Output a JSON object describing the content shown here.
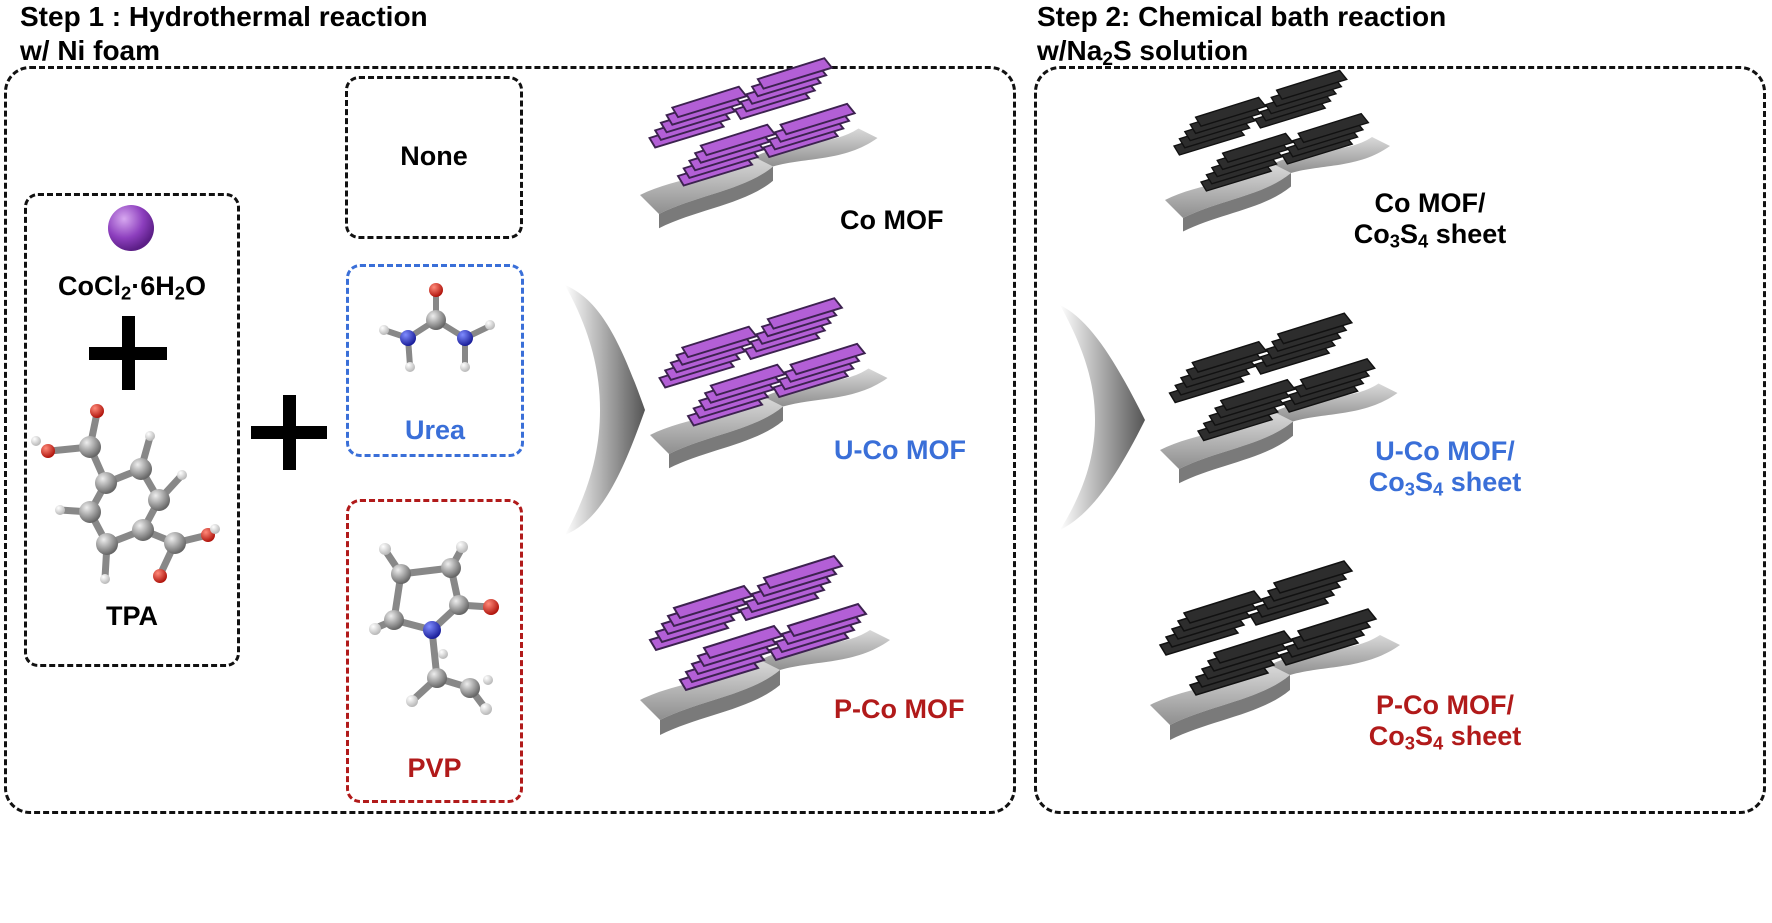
{
  "step1": {
    "title_line1": "Step 1 : Hydrothermal reaction",
    "title_line2": "w/ Ni foam"
  },
  "step2": {
    "title_line1": "Step 2: Chemical bath reaction",
    "title_prefix": "w/Na",
    "title_sub": "2",
    "title_suffix": "S solution"
  },
  "precursors": {
    "cocl2": {
      "a": "CoCl",
      "s1": "2",
      "b": "·6H",
      "s2": "2",
      "c": "O"
    },
    "tpa": "TPA"
  },
  "additives": {
    "none": "None",
    "urea": "Urea",
    "pvp": "PVP"
  },
  "products_step1": {
    "co": "Co MOF",
    "uco": "U-Co MOF",
    "pco": "P-Co MOF"
  },
  "products_step2": {
    "co_line1": "Co MOF/",
    "uco_line1": "U-Co MOF/",
    "pco_line1": "P-Co MOF/",
    "sheet": {
      "a": "Co",
      "s1": "3",
      "b": "S",
      "s2": "4",
      "c": " sheet"
    }
  },
  "colors": {
    "mof_pink": "#b35fd6",
    "cobalt_ball": "#8d3fbe",
    "blue_text": "#3a6fd8",
    "red_text": "#b11a1a",
    "sulfide_dark": "#2a2a2a"
  },
  "icons": [
    "plus-icon",
    "arrow-icon",
    "molecule-icon",
    "mof-sheet-icon",
    "sphere-icon"
  ]
}
